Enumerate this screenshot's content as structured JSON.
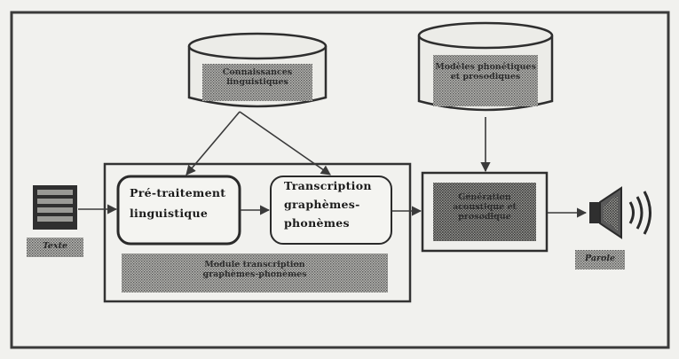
{
  "diagram": {
    "db_knowledge": "Connaissances linguistiques",
    "db_models": "Modèles phonétiques et prosodiques",
    "input_label": "Texte",
    "output_label": "Parole",
    "module_pretraitement": [
      "Pré-traitement",
      "linguistique"
    ],
    "module_transcription": [
      "Transcription",
      "graphèmes-",
      "phonèmes"
    ],
    "bottom_label": [
      "Module transcription",
      "graphèmes-phonèmes"
    ],
    "generation_label": [
      "Génération",
      "acoustique et",
      "prosodique"
    ]
  },
  "colors": {
    "paper": "#f1f1ee",
    "ink": "#2a2a2a",
    "shade": "#8e8e8e"
  }
}
